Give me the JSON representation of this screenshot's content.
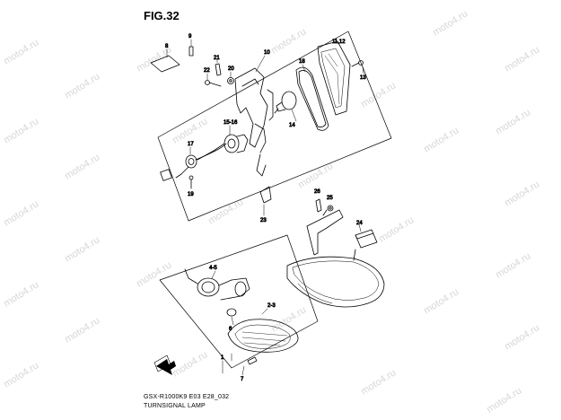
{
  "figure": {
    "title": "FIG.32"
  },
  "watermark": {
    "text": "moto4.ru"
  },
  "footer": {
    "code": "GSX-R1000K9 E03 E28_032",
    "name": "TURNSIGNAL LAMP"
  },
  "callouts": {
    "c8": "8",
    "c9": "9",
    "c21": "21",
    "c20": "20",
    "c22": "22",
    "c10": "10",
    "c18": "18",
    "c1112": "11,12",
    "c13": "13",
    "c1516": "15-16",
    "c14": "14",
    "c17": "17",
    "c19": "19",
    "c23": "23",
    "c26": "26",
    "c25": "25",
    "c24": "24",
    "c45": "4-5",
    "c6": "6",
    "c23b": "2-3",
    "c1": "1",
    "c7": "7"
  }
}
